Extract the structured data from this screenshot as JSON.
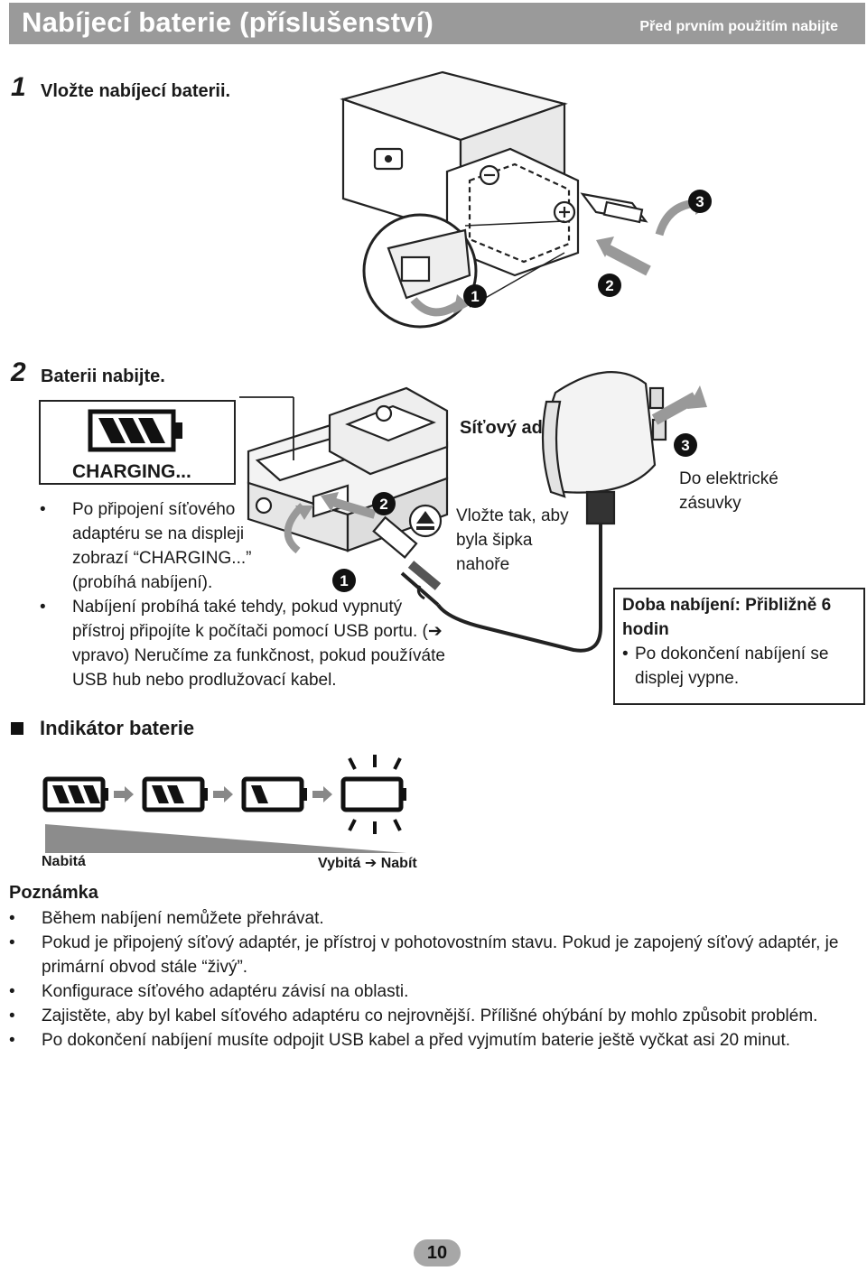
{
  "header": {
    "title": "Nabíjecí baterie (příslušenství)",
    "subtitle": "Před prvním použitím nabijte"
  },
  "step1": {
    "number": "1",
    "text": "Vložte nabíjecí baterii."
  },
  "step2": {
    "number": "2",
    "text": "Baterii nabijte."
  },
  "lcd": {
    "label": "CHARGING..."
  },
  "step2_bullets": [
    "Po připojení síťového adaptéru se na displeji zobrazí “CHARGING...” (probíhá nabíjení).",
    "Nabíjení probíhá také tehdy, pokud vypnutý přístroj připojíte k počítači pomocí USB portu. (➔ vpravo) Neručíme za funkčnost, pokud používáte USB hub nebo prodlužovací kabel."
  ],
  "adapter": {
    "title": "Síťový adaptér",
    "insert_note": "Vložte tak, aby byla šipka nahoře",
    "socket_note": "Do elektrické zásuvky"
  },
  "charge_time": {
    "title": "Doba nabíjení: Přibližně 6 hodin",
    "note": "Po dokončení nabíjení se displej vypne."
  },
  "indicator": {
    "heading": "Indikátor baterie",
    "full_label": "Nabitá",
    "empty_label": "Vybitá ➔ Nabít",
    "levels": [
      3,
      2,
      1,
      0
    ]
  },
  "notes": {
    "heading": "Poznámka",
    "items": [
      "Během nabíjení nemůžete přehrávat.",
      "Pokud je připojený síťový adaptér, je přístroj v pohotovostním stavu. Pokud je zapojený síťový adaptér, je primární obvod stále “živý”.",
      "Konfigurace síťového adaptéru závisí na oblasti.",
      "Zajistěte, aby byl kabel síťového adaptéru co nejrovnější. Přílišné ohýbání by mohlo způsobit problém.",
      "Po dokončení nabíjení musíte odpojit USB kabel a před vyjmutím baterie ještě vyčkat asi 20 minut."
    ]
  },
  "callouts": {
    "one": "1",
    "two": "2",
    "three": "3"
  },
  "page": {
    "number": "10"
  }
}
